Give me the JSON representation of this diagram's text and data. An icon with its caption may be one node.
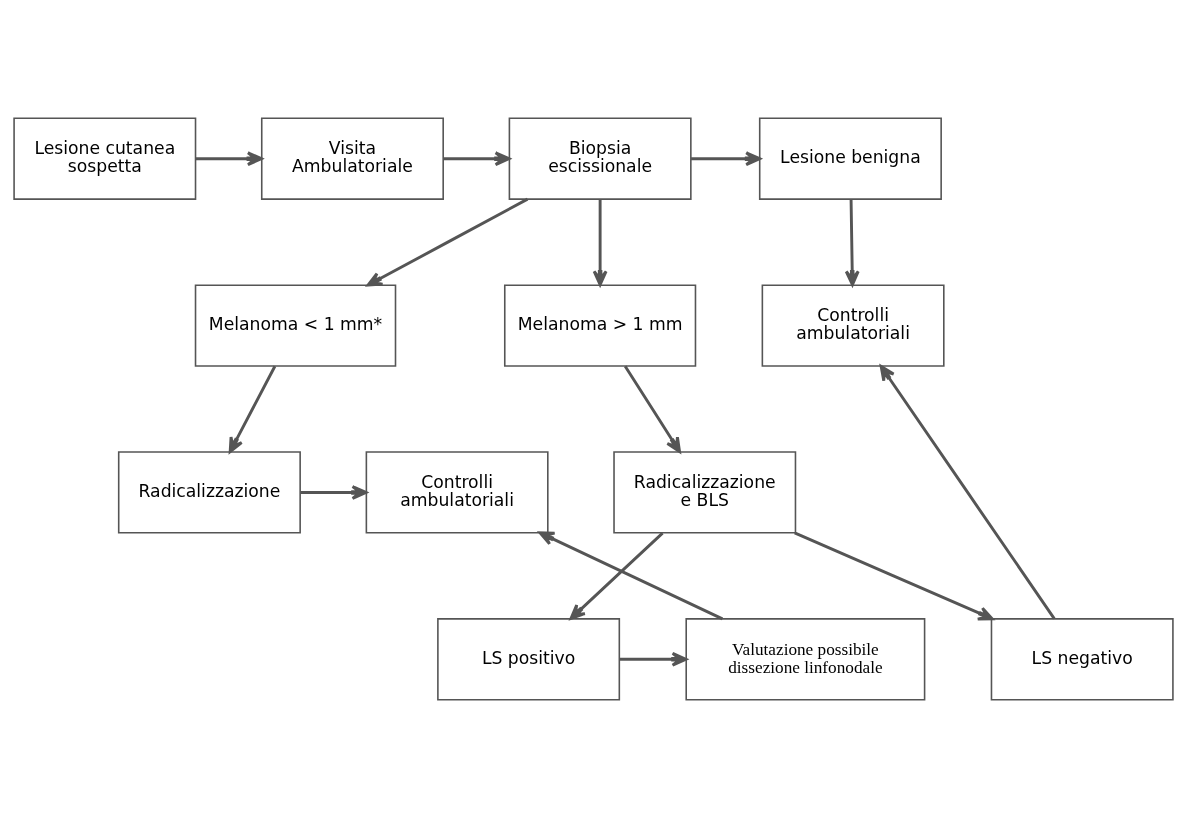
{
  "diagram": {
    "nodes": [
      {
        "text": [
          "Lesione cutanea sospetta"
        ]
      },
      {
        "text": [
          "Visita Ambulatoriale"
        ]
      },
      {
        "text": [
          "Biopsia escissionale"
        ]
      },
      {
        "text": [
          "Lesione benigna"
        ]
      },
      {
        "text": [
          "Melanoma < 1 mm*"
        ]
      },
      {
        "text": [
          "Melanoma > 1 mm"
        ]
      },
      {
        "text": [
          "Controlli ambulatoriali"
        ]
      },
      {
        "text": [
          "Controlli ambulatoriali"
        ]
      },
      {
        "text": [
          "Radicalizzazione"
        ]
      },
      {
        "text": [
          "Radicalizzazione e BLS"
        ]
      },
      {
        "text": [
          "Valutazione possibile dissezione linfonodale"
        ]
      },
      {
        "text": [
          "LS positivo"
        ]
      },
      {
        "text": [
          "LS negativo"
        ]
      }
    ],
    "edges": [
      {
        "from": 0,
        "to": 1,
        "arrow": "to"
      },
      {
        "from": 1,
        "to": 2,
        "arrow": "to"
      },
      {
        "from": 2,
        "to": 3,
        "arrow": "to"
      },
      {
        "from": 2,
        "to": 4,
        "arrow": "to"
      },
      {
        "from": 2,
        "to": 5,
        "arrow": "to"
      },
      {
        "from": 3,
        "to": 6,
        "arrow": "to"
      },
      {
        "from": 4,
        "to": 8,
        "arrow": "to"
      },
      {
        "from": 5,
        "to": 9,
        "arrow": "to"
      },
      {
        "from": 8,
        "to": 7,
        "arrow": "to"
      },
      {
        "from": 9,
        "to": 11,
        "arrow": "to"
      },
      {
        "from": 9,
        "to": 12,
        "arrow": "to"
      },
      {
        "from": 12,
        "to": 6,
        "arrow": "to"
      },
      {
        "from": 11,
        "to": 10,
        "arrow": "to"
      },
      {
        "from": 10,
        "to": 7,
        "arrow": "to"
      }
    ]
  }
}
